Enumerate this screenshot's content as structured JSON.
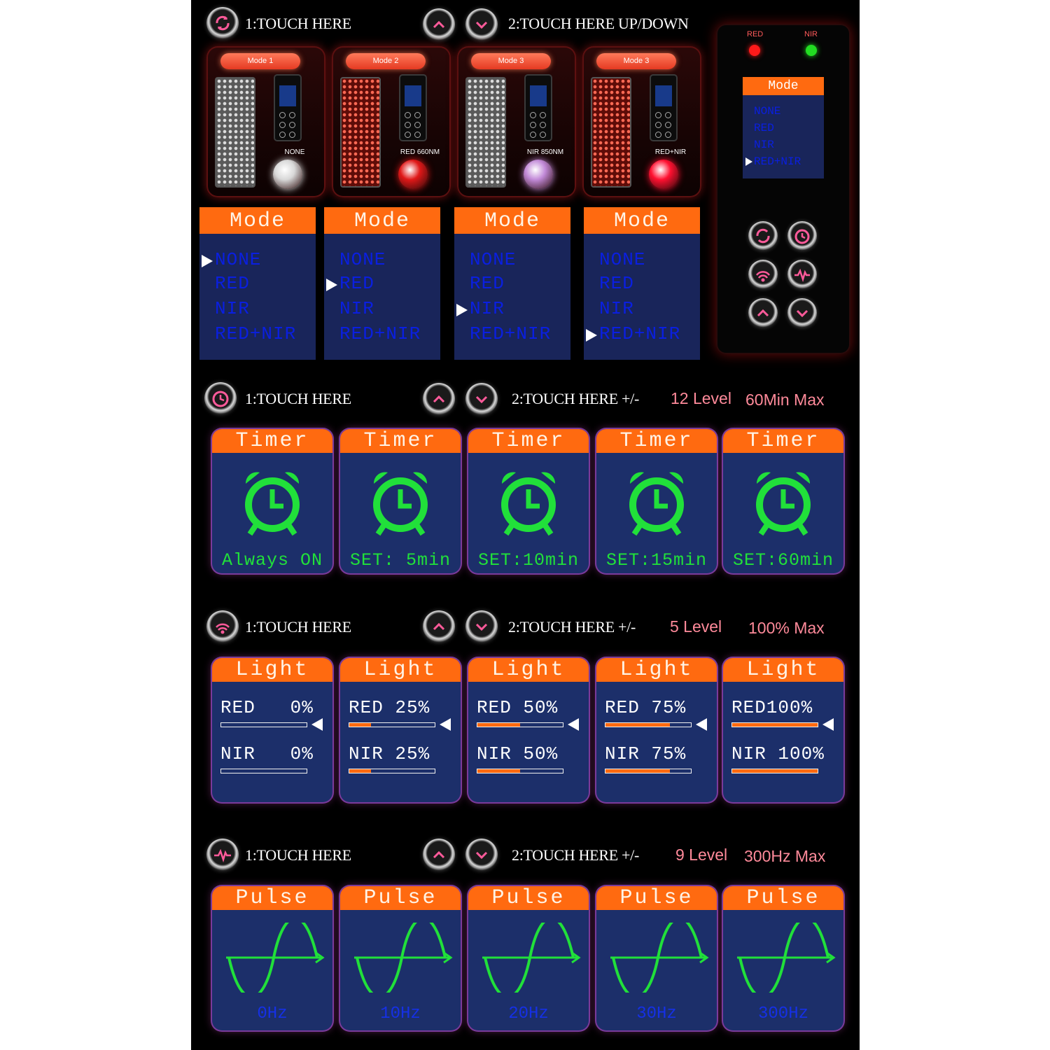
{
  "mode_section": {
    "step1": "1:TOUCH HERE",
    "step2": "2:TOUCH HERE UP/DOWN",
    "devices": [
      {
        "pill": "Mode 1",
        "label": "NONE",
        "panel": "grey",
        "ball": "#d8d8d8"
      },
      {
        "pill": "Mode 2",
        "label": "RED 660NM",
        "panel": "red",
        "ball": "#e01818"
      },
      {
        "pill": "Mode 3",
        "label": "NIR 850NM",
        "panel": "grey",
        "ball": "#c28ad8"
      },
      {
        "pill": "Mode 3",
        "label": "RED+NIR",
        "panel": "red",
        "ball": "#ff1030"
      }
    ],
    "screens": [
      {
        "title": "Mode",
        "items": [
          "NONE",
          "RED",
          "NIR",
          "RED+NIR"
        ],
        "selected": 0
      },
      {
        "title": "Mode",
        "items": [
          "NONE",
          "RED",
          "NIR",
          "RED+NIR"
        ],
        "selected": 1
      },
      {
        "title": "Mode",
        "items": [
          "NONE",
          "RED",
          "NIR",
          "RED+NIR"
        ],
        "selected": 2
      },
      {
        "title": "Mode",
        "items": [
          "NONE",
          "RED",
          "NIR",
          "RED+NIR"
        ],
        "selected": 3
      }
    ]
  },
  "remote": {
    "red_label": "RED",
    "nir_label": "NIR",
    "red_color": "#ff1a1a",
    "nir_color": "#22dd22",
    "mini_title": "Mode",
    "mini_items": [
      "NONE",
      "RED",
      "NIR",
      "RED+NIR"
    ],
    "mini_selected": 3,
    "buttons": [
      "mode-icon",
      "timer-icon",
      "light-icon",
      "pulse-icon",
      "up-icon",
      "down-icon"
    ]
  },
  "timer_section": {
    "step1": "1:TOUCH HERE",
    "step2": "2:TOUCH HERE +/-",
    "levels": "12 Level",
    "max": "60Min Max",
    "screens": [
      {
        "title": "Timer",
        "value": "Always ON"
      },
      {
        "title": "Timer",
        "value": "SET: 5min"
      },
      {
        "title": "Timer",
        "value": "SET:10min"
      },
      {
        "title": "Timer",
        "value": "SET:15min"
      },
      {
        "title": "Timer",
        "value": "SET:60min"
      }
    ]
  },
  "light_section": {
    "step1": "1:TOUCH HERE",
    "step2": "2:TOUCH HERE +/-",
    "levels": "5 Level",
    "max": "100% Max",
    "screens": [
      {
        "title": "Light",
        "red": "RED   0%",
        "nir": "NIR   0%",
        "red_level": 0,
        "nir_level": 0
      },
      {
        "title": "Light",
        "red": "RED 25%",
        "nir": "NIR 25%",
        "red_level": 25,
        "nir_level": 25
      },
      {
        "title": "Light",
        "red": "RED 50%",
        "nir": "NIR 50%",
        "red_level": 50,
        "nir_level": 50
      },
      {
        "title": "Light",
        "red": "RED 75%",
        "nir": "NIR 75%",
        "red_level": 75,
        "nir_level": 75
      },
      {
        "title": "Light",
        "red": "RED100%",
        "nir": "NIR 100%",
        "red_level": 100,
        "nir_level": 100
      }
    ]
  },
  "pulse_section": {
    "step1": "1:TOUCH HERE",
    "step2": "2:TOUCH HERE +/-",
    "levels": "9 Level",
    "max": "300Hz Max",
    "screens": [
      {
        "title": "Pulse",
        "value": "0Hz"
      },
      {
        "title": "Pulse",
        "value": "10Hz"
      },
      {
        "title": "Pulse",
        "value": "20Hz"
      },
      {
        "title": "Pulse",
        "value": "30Hz"
      },
      {
        "title": "Pulse",
        "value": "300Hz"
      }
    ]
  },
  "colors": {
    "header_orange": "#ff6a10",
    "screen_blue": "#1c2f6a",
    "timer_green": "#21e03a",
    "menu_blue": "#0a1fe0",
    "accent_pink": "#ff8a9a"
  }
}
